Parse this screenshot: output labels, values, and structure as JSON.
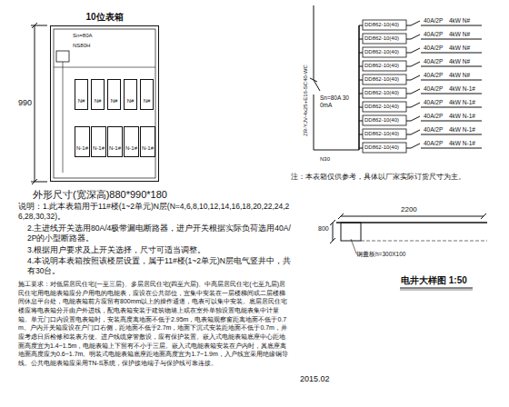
{
  "diagram": {
    "nodes": [
      {
        "text": [
          "10位表箱"
        ]
      },
      {
        "text": [
          "N#"
        ],
        "in": 0
      },
      {
        "text": [
          "N#"
        ],
        "in": 0
      },
      {
        "text": [
          "N#"
        ],
        "in": 0
      },
      {
        "text": [
          "N#"
        ],
        "in": 0
      },
      {
        "text": [
          "N#"
        ],
        "in": 0
      },
      {
        "text": [
          "N-1#"
        ],
        "in": 0
      },
      {
        "text": [
          "N-1#"
        ],
        "in": 0
      },
      {
        "text": [
          "N-1#"
        ],
        "in": 0
      },
      {
        "text": [
          "N-1#"
        ],
        "in": 0
      },
      {
        "text": [
          "N-1#"
        ],
        "in": 0
      }
    ],
    "labels": [
      "990",
      "Sn=80A",
      "NS80H",
      "外形尺寸(宽深高)880*990*180",
      "说明：1.此本表箱用于11#楼(1~2单元)N层(N=4,6,8,10,12,14,16,18,20,22,24,26,28,30,32)。",
      "2.主进线开关选用80A/4极带漏电断路器，进户开关根据实际负荷选用40A/2P的小型断路器。",
      "3.根据用户要求及上开关选择，尺寸可适当调整。",
      "4.本说明本表箱按照该楼层设置，属于11#楼(1~2单元)N层电气竖井中，共有30台。",
      "施工要求：对低层居民住宅(一至三层)、多层居民住宅(四至六层)、中高层居民住宅(七至九层)居民住宅用电能表箱应分户用电的电能表，应设在公共部位，宜集中安装在一层楼梯间或二层楼梯间休息平台处，电能表箱前方应留有800mm以上的操作通道，电表可以集中安装。底层居民住宅楼应将电表箱分开由户外进线，配电表箱安装于建筑物墙上或在室外单独设置电能表集中计量箱。单元门口内设置电表箱时，安装高度离地面不低于2.95m，电表箱观察窗距离地面不低于0.7m。户内开关箱应设在户门口右侧，距地面不低于2.7m，地面下沉式安装距地面不低于0.7m，并应考虑日后检修和装表方便。进户线缆穿管敷设，应有保护装置。嵌入式电能表箱底座中心距地面高度宜为1.4~1.5m，电能表箱上下留有不小于三层。嵌入式电能表箱安装在户内时，其底座离地面高度应为0.6~1.7m。明装式电能表箱底座距地面高度宜为1.7~1.9m，入户线宜采用绝缘铜导线。公共电能表箱应采用TN-S系统，保护接地端子与保护线可靠连接。",
      "ZR-YJV-4x25+E16-SC40-WC",
      "Sn=80A 300mA",
      "N30",
      "DD862-10(40)",
      "40A/2P",
      "4kW N#",
      "DD862-10(40)",
      "40A/2P",
      "4kW N#",
      "DD862-10(40)",
      "40A/2P",
      "4kW N#",
      "DD862-10(40)",
      "40A/2P",
      "4kW N#",
      "DD862-10(40)",
      "40A/2P",
      "4kW N#",
      "DD862-10(40)",
      "40A/2P",
      "4kW N-1#",
      "DD862-10(40)",
      "40A/2P",
      "4kW N-1#",
      "DD862-10(40)",
      "40A/2P",
      "4kW N-1#",
      "DD862-10(40)",
      "40A/2P",
      "4kW N-1#",
      "DD862-10(40)",
      "40A/2P",
      "4kW N-1#",
      "注：本表箱仅供参考，具体以厂家实际订货尺寸为主。",
      "2200",
      "800",
      "钢盖板h=300X100",
      "电井大样图 1:50",
      "2015.02"
    ]
  }
}
